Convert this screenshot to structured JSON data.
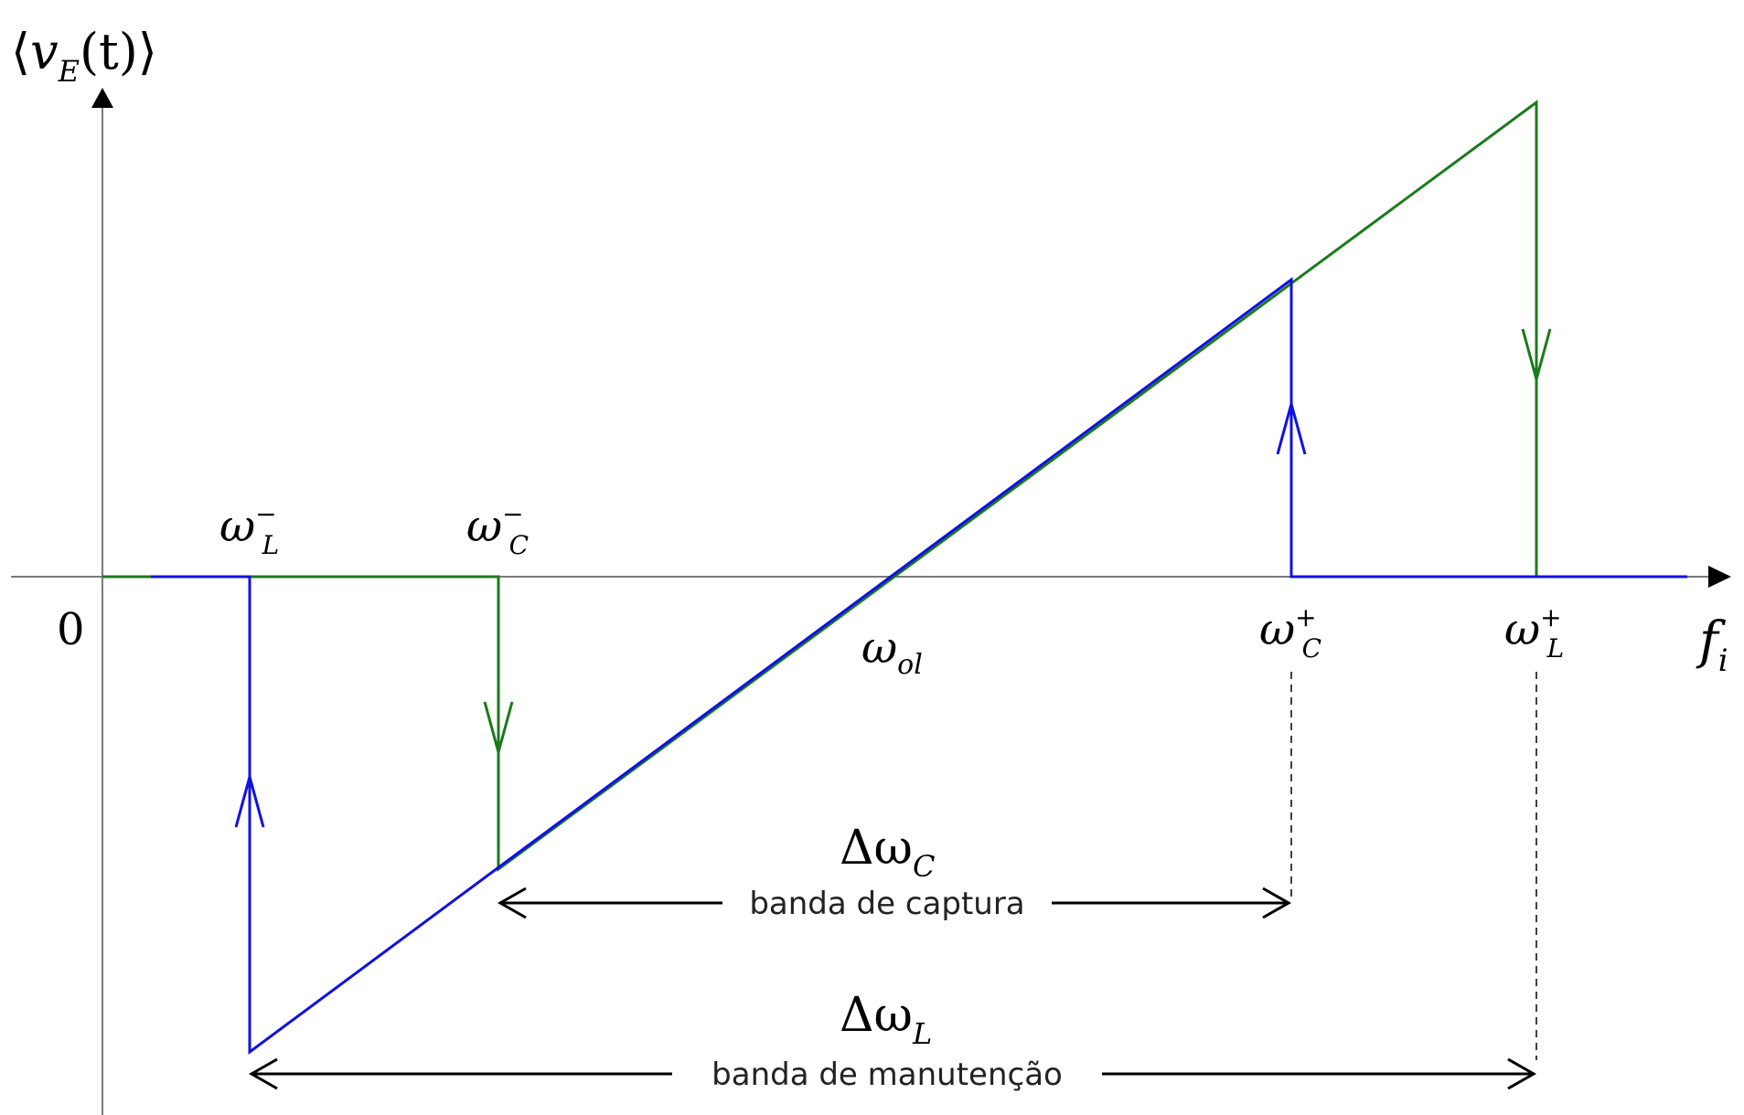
{
  "axes": {
    "y_label_open": "⟨",
    "y_label_var": "v",
    "y_label_sub": "E",
    "y_label_arg": "(t)",
    "y_label_close": "⟩",
    "x_label_var": "f",
    "x_label_sub": "i",
    "origin_label": "0"
  },
  "markers": {
    "omega_L_minus": {
      "base": "ω",
      "sup": "−",
      "sub": "L"
    },
    "omega_C_minus": {
      "base": "ω",
      "sup": "−",
      "sub": "C"
    },
    "omega_ol": {
      "base": "ω",
      "sub": "ol"
    },
    "omega_C_plus": {
      "base": "ω",
      "sup": "+",
      "sub": "C"
    },
    "omega_L_plus": {
      "base": "ω",
      "sup": "+",
      "sub": "L"
    }
  },
  "bands": {
    "capture": {
      "symbol": "Δω",
      "sub": "C",
      "caption": "banda de captura"
    },
    "hold": {
      "symbol": "Δω",
      "sub": "L",
      "caption": "banda de manutenção"
    }
  },
  "colors": {
    "sweep_up": "#1010e6",
    "sweep_down": "#1a7a1a",
    "axis": "#7a7a7a",
    "arrow": "#000000"
  }
}
